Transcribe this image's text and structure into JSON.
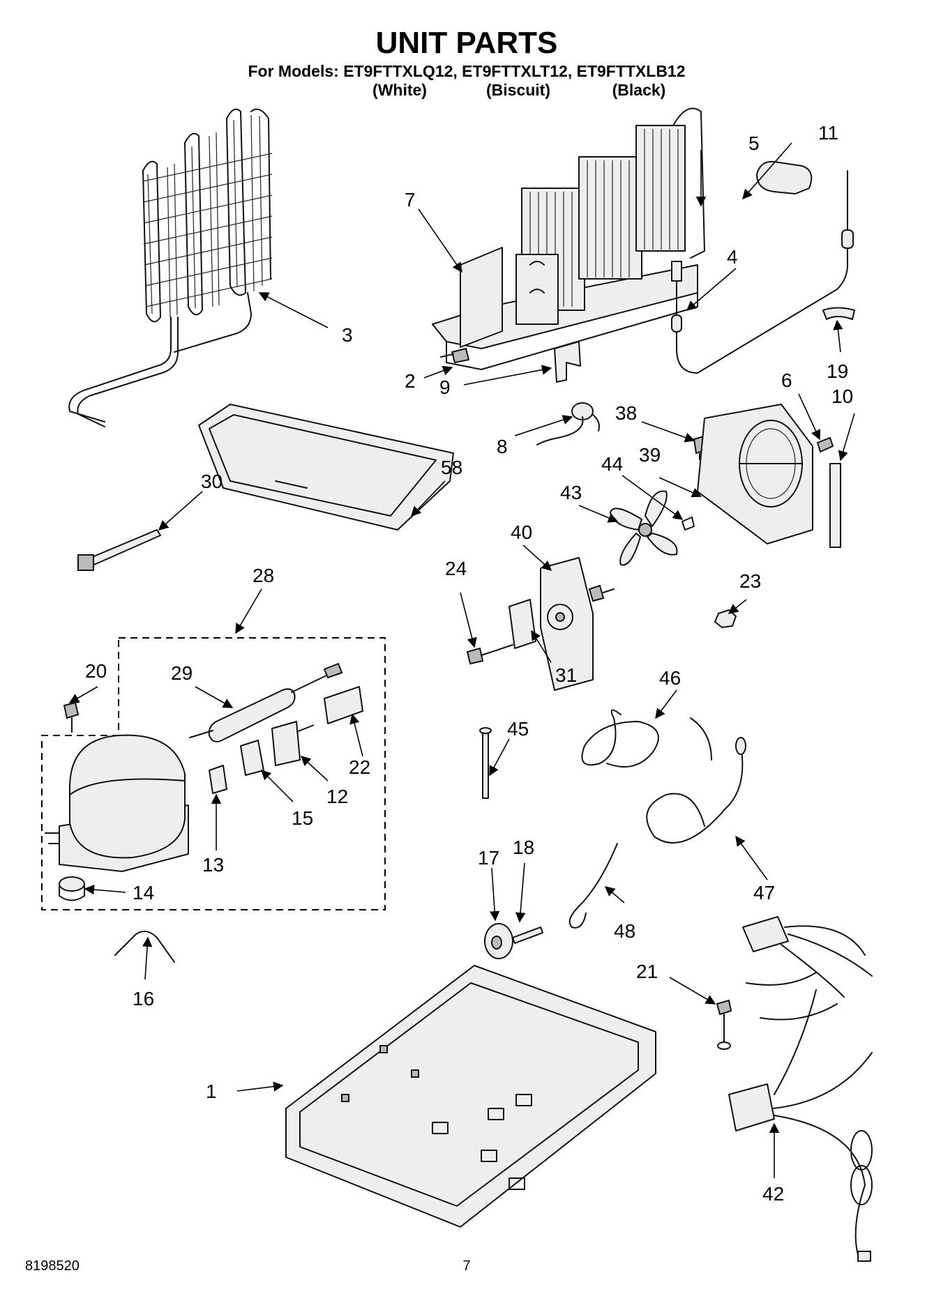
{
  "title": "UNIT PARTS",
  "models_line": "For Models: ET9FTTXLQ12, ET9FTTXLT12, ET9FTTXLB12",
  "colors": {
    "white": "(White)",
    "biscuit": "(Biscuit)",
    "black": "(Black)"
  },
  "footer": {
    "doc_number": "8198520",
    "page_number": "7"
  },
  "callouts": [
    "1",
    "2",
    "3",
    "4",
    "5",
    "6",
    "7",
    "8",
    "9",
    "10",
    "11",
    "12",
    "13",
    "14",
    "15",
    "16",
    "17",
    "18",
    "19",
    "20",
    "21",
    "22",
    "23",
    "24",
    "28",
    "29",
    "30",
    "31",
    "38",
    "39",
    "40",
    "42",
    "43",
    "44",
    "45",
    "46",
    "47",
    "48",
    "58"
  ]
}
